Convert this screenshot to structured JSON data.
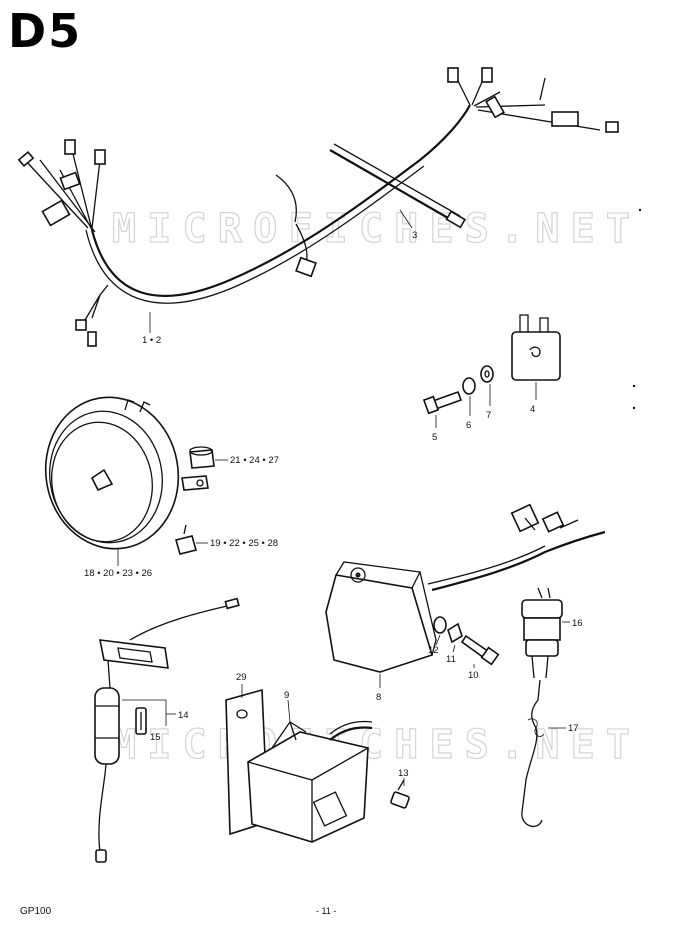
{
  "sheet": {
    "id": "D5",
    "model": "GP100",
    "page": "- 11 -"
  },
  "watermarks": [
    "MICROFICHES.NET",
    "MICROFICHES.NET"
  ],
  "parts": {
    "harness": {
      "label": "1 • 2"
    },
    "sub_harness": {
      "label": "3"
    },
    "relay": {
      "label": "4"
    },
    "bolt5": {
      "label": "5"
    },
    "washer6": {
      "label": "6"
    },
    "washer7": {
      "label": "7"
    },
    "horn": {
      "label": "18 • 20 • 23 • 26"
    },
    "horn_cap": {
      "label": "21 • 24 • 27"
    },
    "horn_bolt": {
      "label": "19 • 22 • 25 • 28"
    },
    "regulator": {
      "label": "8"
    },
    "bolt10": {
      "label": "10"
    },
    "washer11": {
      "label": "11"
    },
    "washer12": {
      "label": "12"
    },
    "switch": {
      "label": "16"
    },
    "spring": {
      "label": "17"
    },
    "fuse_holder": {
      "label": "14"
    },
    "fuse": {
      "label": "15"
    },
    "bracket": {
      "label": "29"
    },
    "cdi": {
      "label": "9"
    },
    "bolt13": {
      "label": "13"
    }
  }
}
